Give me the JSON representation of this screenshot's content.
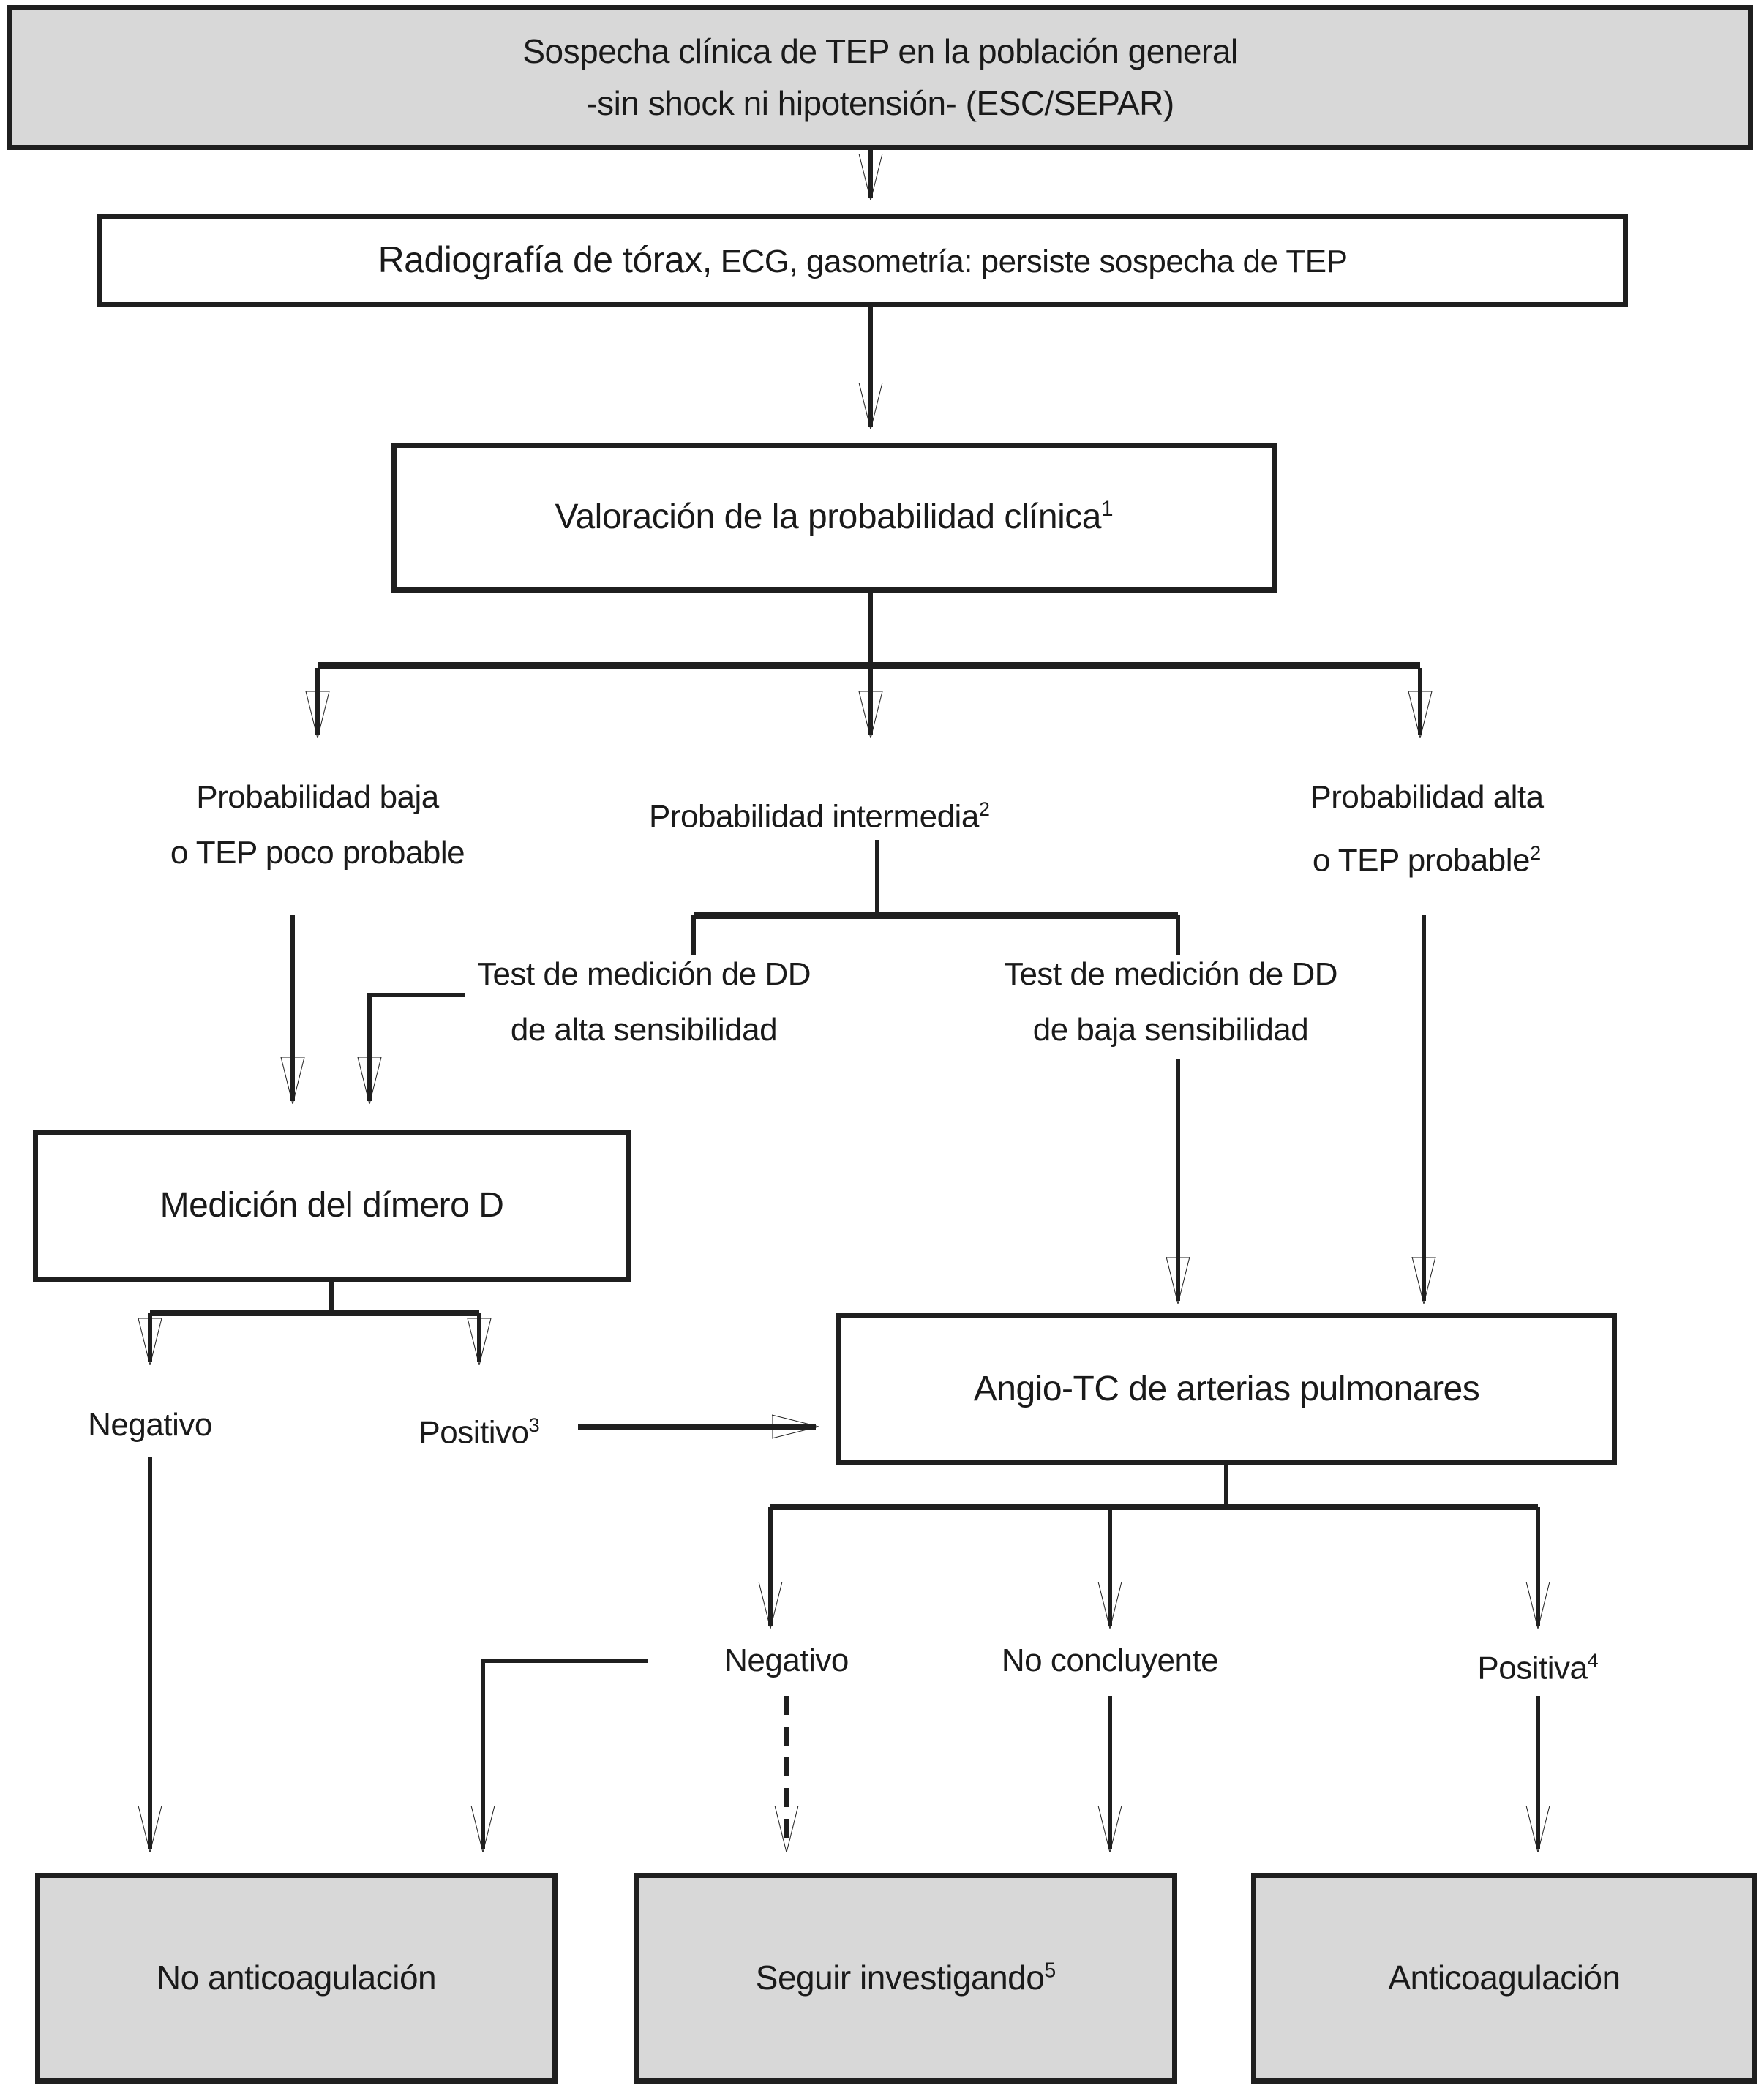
{
  "figure": {
    "kind": "clinical-algorithm-flowchart",
    "language": "es"
  },
  "colors": {
    "background": "#ffffff",
    "box_gray": "#d8d8d8",
    "box_white": "#ffffff",
    "border": "#1f1f1f",
    "line": "#1f1f1f",
    "text": "#1a1a1a"
  },
  "nodes": {
    "start": {
      "line1": "Sospecha clínica de TEP en la población general",
      "line2": "-sin shock ni hipotensión- (ESC/SEPAR)"
    },
    "radiografia": {
      "lead": "Radiografía de tórax,",
      "rest": " ECG, gasometría: persiste sospecha de TEP"
    },
    "valoracion": {
      "text": "Valoración de la probabilidad clínica",
      "sup": "1"
    },
    "prob_baja": {
      "line1": "Probabilidad baja",
      "line2": "o TEP poco probable"
    },
    "prob_intermedia": {
      "text": "Probabilidad intermedia",
      "sup": "2"
    },
    "prob_alta": {
      "line1": "Probabilidad alta",
      "line2": "o TEP probable",
      "sup": "2"
    },
    "test_alta": {
      "line1": "Test de medición de DD",
      "line2": "de alta sensibilidad"
    },
    "test_baja": {
      "line1": "Test de medición de DD",
      "line2": "de baja sensibilidad"
    },
    "dimero": {
      "text": "Medición del dímero D"
    },
    "dimero_negativo": {
      "text": "Negativo"
    },
    "dimero_positivo": {
      "text": "Positivo",
      "sup": "3"
    },
    "angio": {
      "text": "Angio-TC de arterias pulmonares"
    },
    "angio_negativo": {
      "text": "Negativo"
    },
    "angio_no_concluyente": {
      "text": "No concluyente"
    },
    "angio_positiva": {
      "text": "Positiva",
      "sup": "4"
    },
    "no_anticoagulacion": {
      "text": "No anticoagulación"
    },
    "seguir_investigando": {
      "text": "Seguir investigando",
      "sup": "5"
    },
    "anticoagulacion": {
      "text": "Anticoagulación"
    }
  }
}
